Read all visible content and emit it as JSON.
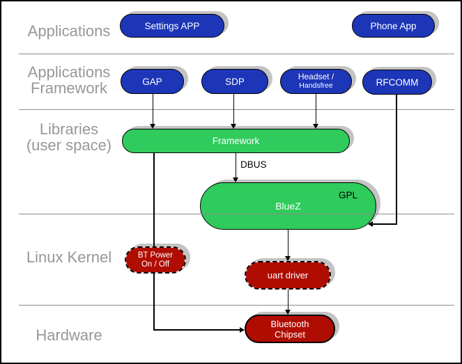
{
  "colors": {
    "app_node": "#1d36b8",
    "lib_node": "#2fcb5c",
    "kernel_node": "#b00d02",
    "node_shadow": "#c3c3c3",
    "layer_label": "#979797",
    "divider": "#8c8c8c",
    "edge": "#000000"
  },
  "layers": {
    "applications": {
      "line1": "Applications"
    },
    "applications_framework": {
      "line1": "Applications",
      "line2": "Framework"
    },
    "libraries": {
      "line1": "Libraries",
      "line2": "(user space)"
    },
    "linux_kernel": {
      "line1": "Linux Kernel"
    },
    "hardware": {
      "line1": "Hardware"
    }
  },
  "nodes": {
    "settings_app": {
      "label": "Settings APP"
    },
    "phone_app": {
      "label": "Phone App"
    },
    "gap": {
      "label": "GAP"
    },
    "sdp": {
      "label": "SDP"
    },
    "headset": {
      "line1": "Headset /",
      "line2": "Handsfree"
    },
    "rfcomm": {
      "label": "RFCOMM"
    },
    "framework": {
      "label": "Framework"
    },
    "bluez": {
      "label": "BlueZ",
      "license_tag": "GPL"
    },
    "bt_power": {
      "line1": "BT Power",
      "line2": "On / Off"
    },
    "uart_driver": {
      "label": "uart driver"
    },
    "bluetooth_chipset": {
      "line1": "Bluetooth",
      "line2": "Chipset"
    }
  },
  "edges": {
    "dbus_label": "DBUS"
  }
}
